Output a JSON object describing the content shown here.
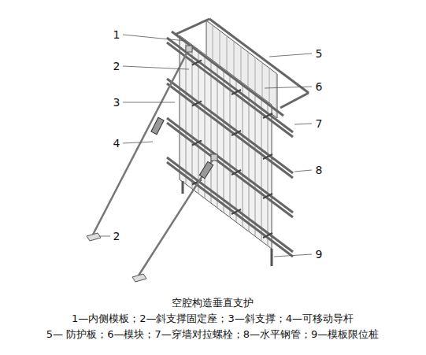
{
  "diagram": {
    "caption": "空腔构造垂直支护",
    "labels": [
      "1",
      "2",
      "3",
      "4",
      "5",
      "6",
      "7",
      "8",
      "9",
      "2",
      "1—内侧模板；2—斜支撑固定座；3—斜支撑；4—可移动导杆",
      "5— 防护板；6—模块；7—穿墙对拉螺栓；8—水平钢管；9—模板限位桩"
    ]
  }
}
